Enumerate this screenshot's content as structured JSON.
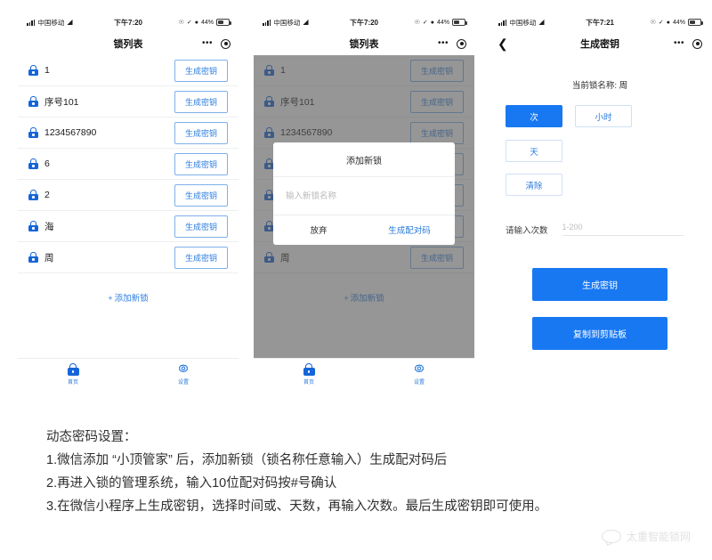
{
  "status_bar": {
    "carrier": "中国移动",
    "time_1": "下午7:20",
    "time_2": "下午7:20",
    "time_3": "下午7:21",
    "battery": "44%",
    "signal_icon": "signal-bars-icon",
    "wifi_icon": "wifi-icon",
    "location_icon": "location-icon",
    "alarm_icon": "alarm-icon",
    "battery_icon": "battery-icon"
  },
  "capsule": {
    "more_icon": "more-dots-icon",
    "target_icon": "target-circle-icon"
  },
  "screen1": {
    "nav_title": "锁列表",
    "lock_icon": "lock-icon",
    "rows": [
      {
        "name": "1",
        "button": "生成密钥"
      },
      {
        "name": "序号101",
        "button": "生成密钥"
      },
      {
        "name": "1234567890",
        "button": "生成密钥"
      },
      {
        "name": "6",
        "button": "生成密钥"
      },
      {
        "name": "2",
        "button": "生成密钥"
      },
      {
        "name": "海",
        "button": "生成密钥"
      },
      {
        "name": "周",
        "button": "生成密钥"
      }
    ],
    "add_lock": "添加新锁",
    "add_plus": "+",
    "tabs": [
      {
        "label": "首页",
        "icon": "lock-icon"
      },
      {
        "label": "设置",
        "icon": "gear-icon"
      }
    ]
  },
  "screen2": {
    "nav_title": "锁列表",
    "dialog": {
      "title": "添加新锁",
      "input_placeholder": "输入新锁名称",
      "input_value": "",
      "cancel": "放弃",
      "confirm": "生成配对码"
    }
  },
  "screen3": {
    "nav_title": "生成密钥",
    "back_icon": "chevron-left-icon",
    "lock_name_label": "当前锁名称: 周",
    "unit_chips": [
      {
        "label": "次",
        "active": true
      },
      {
        "label": "小时",
        "active": false
      },
      {
        "label": "天",
        "active": false
      }
    ],
    "clear_chip": {
      "label": "清除",
      "active": false
    },
    "count_label": "请输入次数",
    "count_placeholder": "1-200",
    "count_value": "",
    "generate_button": "生成密钥",
    "copy_button": "复制到剪贴板"
  },
  "caption": {
    "lines": [
      "动态密码设置：",
      "1.微信添加 “小顶管家” 后，添加新锁（锁名称任意输入）生成配对码后",
      "2.再进入锁的管理系统，输入10位配对码按#号确认",
      "3.在微信小程序上生成密钥，选择时间或、天数，再输入次数。最后生成密钥即可使用。"
    ]
  },
  "watermark": {
    "text": "太重智能锁网",
    "logo_icon": "speech-bubble-logo-icon"
  },
  "colors": {
    "accent_blue": "#1878f2",
    "link_blue": "#2a7bdc",
    "lock_blue": "#1565d8",
    "border_blue": "#7fb0ea",
    "dim_overlay": "#555555"
  }
}
